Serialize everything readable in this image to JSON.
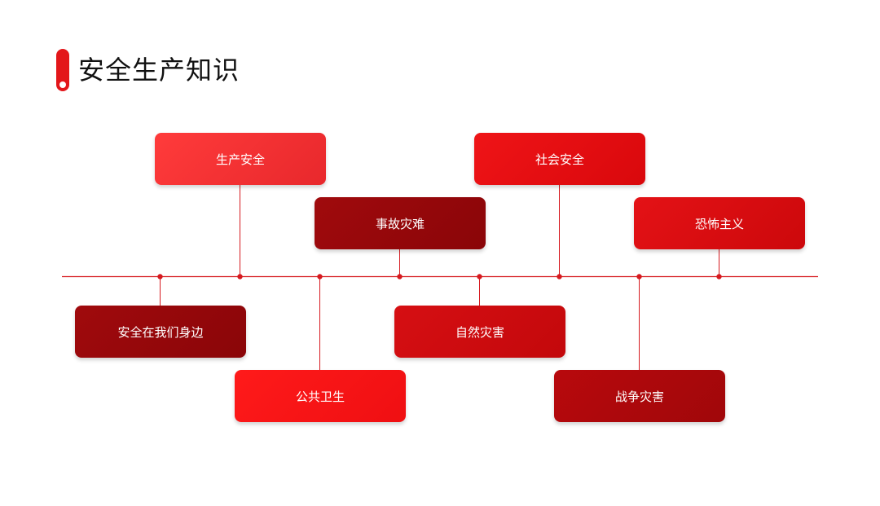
{
  "header": {
    "title": "安全生产知识"
  },
  "diagram": {
    "top_items": [
      "生产安全",
      "事故灾难",
      "社会安全",
      "恐怖主义"
    ],
    "bottom_items": [
      "安全在我们身边",
      "公共卫生",
      "自然灾害",
      "战争灾害"
    ]
  },
  "colors": {
    "accent": "#e3161a",
    "line": "#d61a1f",
    "dark_red": "#8a0508",
    "bright_red": "#ff1a1a"
  }
}
